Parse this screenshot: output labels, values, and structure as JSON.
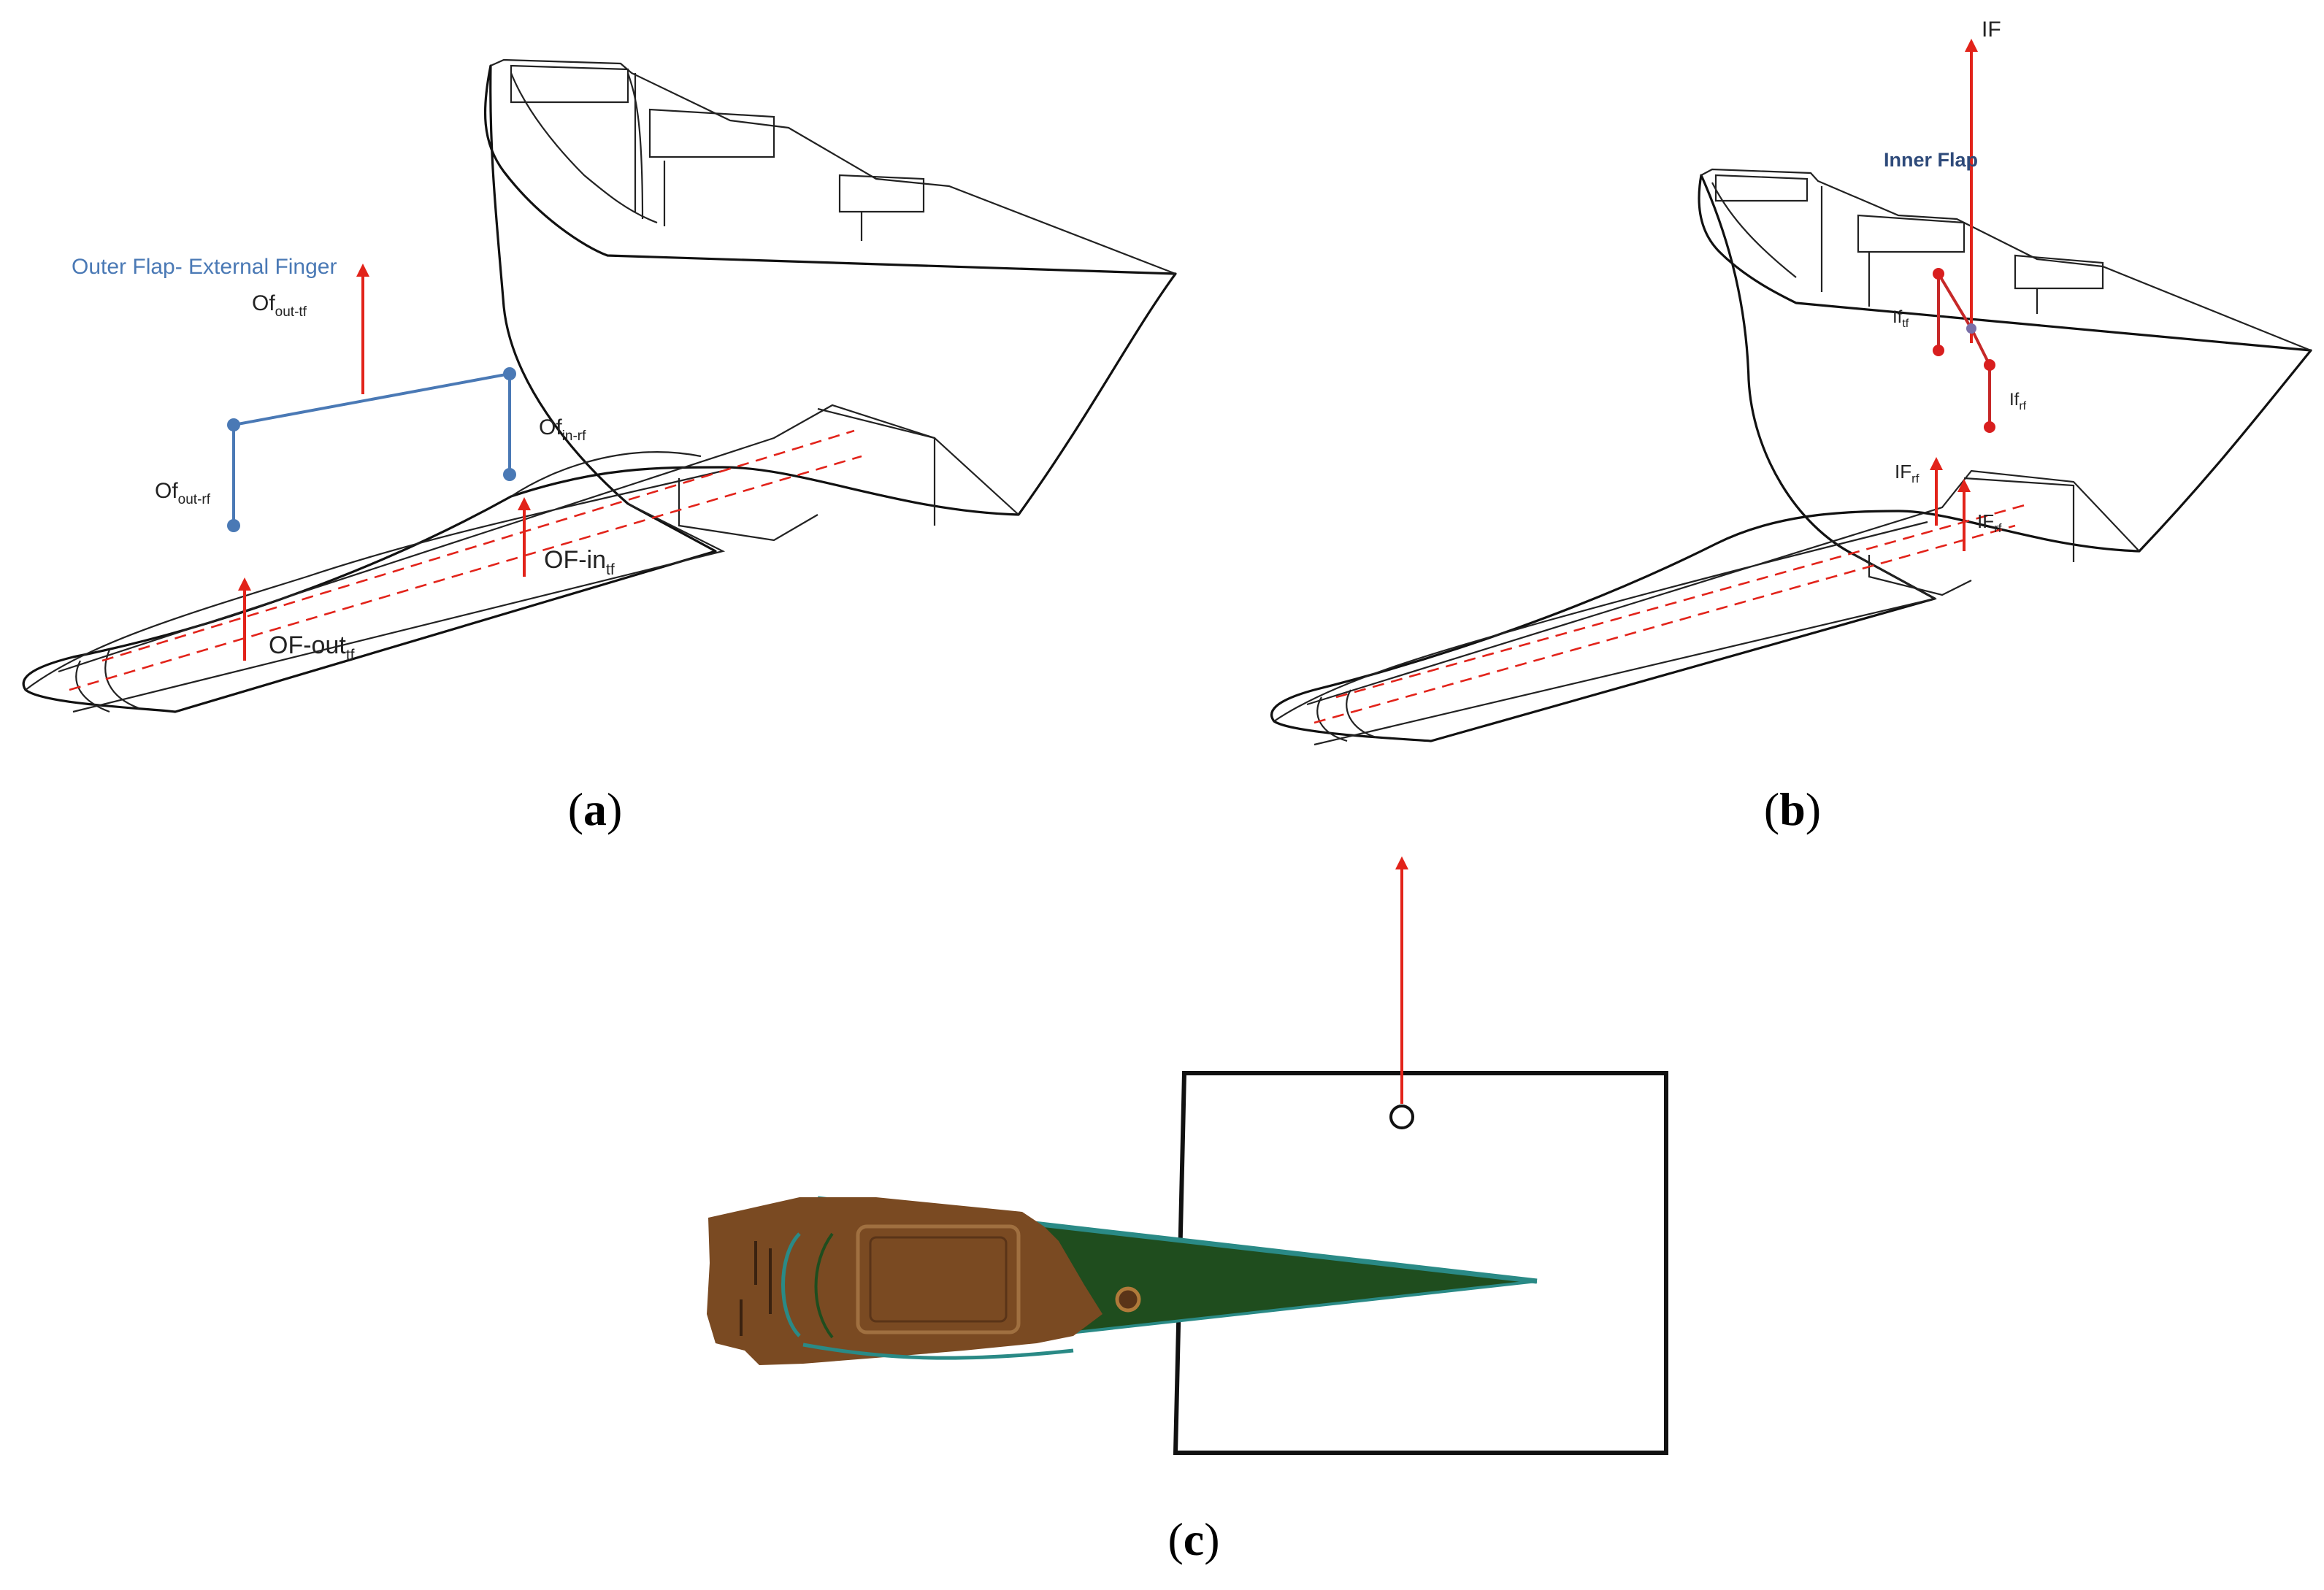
{
  "panels": {
    "a": {
      "caption_open": "(",
      "caption_letter": "a",
      "caption_close": ")",
      "title": "Outer Flap- External Finger",
      "labels": {
        "of_out_tf_main": "Of",
        "of_out_tf_sub": "out-tf",
        "of_out_rf_main": "Of",
        "of_out_rf_sub": "out-rf",
        "of_in_rf_main": "Of",
        "of_in_rf_sub": "in-rf",
        "of_in_tf_main": "OF-in",
        "of_in_tf_sub": "tf",
        "of_out_tf2_main": "OF-out",
        "of_out_tf2_sub": "tf"
      },
      "colors": {
        "link": "#4a79b5",
        "force": "#e2231a"
      }
    },
    "b": {
      "caption_open": "(",
      "caption_letter": "b",
      "caption_close": ")",
      "title": "Inner Flap",
      "labels": {
        "if_top": "IF",
        "if_tf_main": "If",
        "if_tf_sub": "tf",
        "if_rf_main": "If",
        "if_rf_sub": "rf",
        "if_rf2_main": "IF",
        "if_rf2_sub": "rf",
        "if_rf3_main": "IF",
        "if_rf3_sub": "rf"
      },
      "colors": {
        "link": "#c62828",
        "force": "#e2231a"
      }
    },
    "c": {
      "caption_open": "(",
      "caption_letter": "c",
      "caption_close": ")",
      "colors": {
        "body": "#7a4a22",
        "flap": "#1f4d1e",
        "edge": "#2a8a86"
      }
    }
  }
}
